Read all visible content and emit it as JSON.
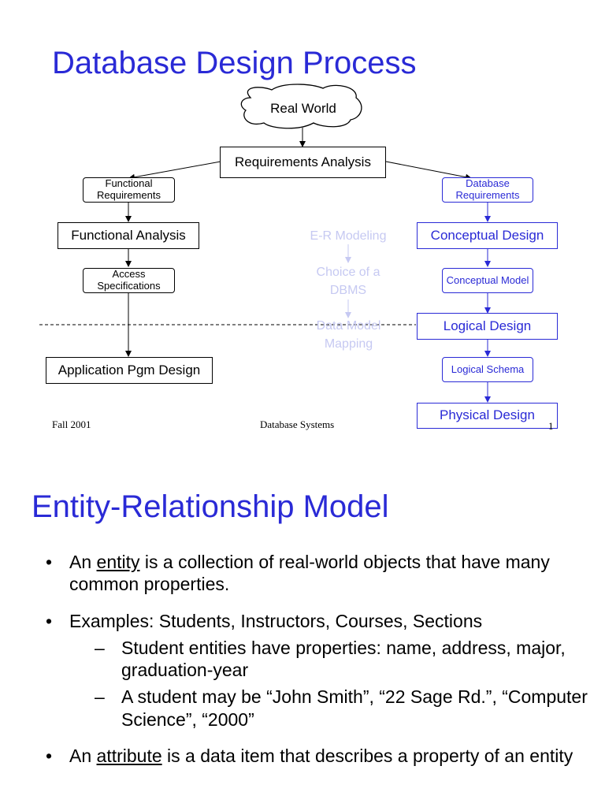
{
  "slide1": {
    "title": "Database Design Process",
    "nodes": {
      "real_world": "Real World",
      "requirements_analysis": "Requirements Analysis",
      "functional_requirements": "Functional Requirements",
      "database_requirements": "Database Requirements",
      "functional_analysis": "Functional Analysis",
      "conceptual_design": "Conceptual Design",
      "access_specifications": "Access Specifications",
      "conceptual_model": "Conceptual Model",
      "logical_design": "Logical Design",
      "application_pgm_design": "Application Pgm Design",
      "logical_schema": "Logical Schema",
      "physical_design": "Physical Design"
    },
    "faded_steps": {
      "er_modeling": "E-R Modeling",
      "choice_dbms": "Choice of a DBMS",
      "data_model_mapping": "Data Model Mapping"
    },
    "footer": {
      "left": "Fall 2001",
      "center": "Database Systems",
      "page": "1"
    },
    "colors": {
      "accent": "#2a2ad6",
      "faded": "#c6c9f2"
    }
  },
  "slide2": {
    "title": "Entity-Relationship Model",
    "bullet_char": "•",
    "dash_char": "–",
    "bullets": {
      "b1_pre": "An ",
      "b1_term": "entity",
      "b1_post": " is a collection of real-world objects that have many common properties.",
      "b2": "Examples: Students, Instructors, Courses, Sections",
      "b2_sub1": "Student entities have properties: name, address, major, graduation-year",
      "b2_sub2": "A student may be “John Smith”, “22 Sage Rd.”, “Computer Science”, “2000”",
      "b3_pre": "An ",
      "b3_term": "attribute",
      "b3_post": " is a data item that describes a property of an entity"
    }
  }
}
